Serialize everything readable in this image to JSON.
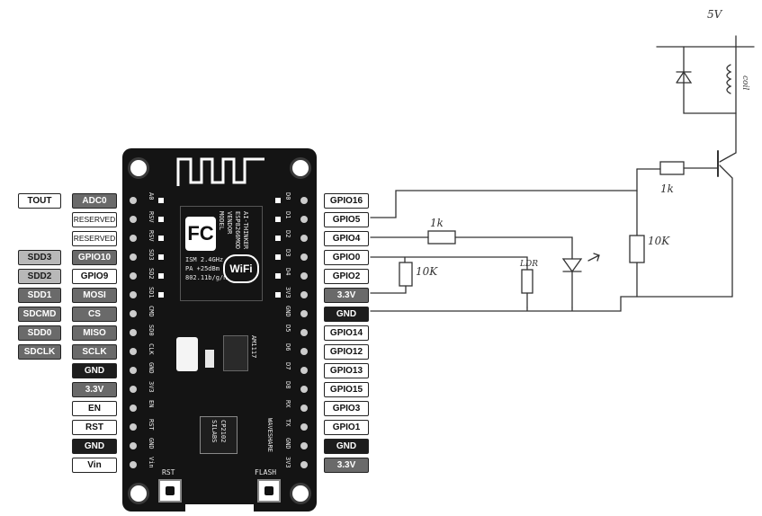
{
  "left_pins": [
    {
      "outer": "TOUT",
      "inner": "ADC0"
    },
    {
      "outer": "",
      "inner": "RESERVED"
    },
    {
      "outer": "",
      "inner": "RESERVED"
    },
    {
      "outer": "SDD3",
      "inner": "GPIO10"
    },
    {
      "outer": "SDD2",
      "inner": "GPIO9"
    },
    {
      "outer": "SDD1",
      "inner": "MOSI"
    },
    {
      "outer": "SDCMD",
      "inner": "CS"
    },
    {
      "outer": "SDD0",
      "inner": "MISO"
    },
    {
      "outer": "SDCLK",
      "inner": "SCLK"
    },
    {
      "outer": "",
      "inner": "GND"
    },
    {
      "outer": "",
      "inner": "3.3V"
    },
    {
      "outer": "",
      "inner": "EN"
    },
    {
      "outer": "",
      "inner": "RST"
    },
    {
      "outer": "",
      "inner": "GND"
    },
    {
      "outer": "",
      "inner": "Vin"
    }
  ],
  "right_pins": [
    "GPIO16",
    "GPIO5",
    "GPIO4",
    "GPIO0",
    "GPIO2",
    "3.3V",
    "GND",
    "GPIO14",
    "GPIO12",
    "GPIO13",
    "GPIO15",
    "GPIO3",
    "GPIO1",
    "GND",
    "3.3V"
  ],
  "board_silk_left": [
    "A0",
    "RSV",
    "RSV",
    "SD3",
    "SD2",
    "SD1",
    "CMD",
    "SD0",
    "CLK",
    "GND",
    "3V3",
    "EN",
    "RST",
    "GND",
    "Vin"
  ],
  "board_silk_right": [
    "D0",
    "D1",
    "D2",
    "D3",
    "D4",
    "3V3",
    "GND",
    "D5",
    "D6",
    "D7",
    "D8",
    "RX",
    "TX",
    "GND",
    "3V3"
  ],
  "module": {
    "fc_label": "FC",
    "model_text": "MODEL",
    "vendor_text": "VENDOR",
    "model_value": "ESP8266MOD",
    "vendor_value": "AI-THINKER",
    "ism_text": "ISM 2.4GHz",
    "pa_text": "PA +25dBm",
    "proto_text": "802.11b/g/n",
    "wifi_text": "WiFi"
  },
  "chips": {
    "regulator": "AM1117",
    "usb_chip_line1": "SILABS",
    "usb_chip_line2": "CP2102",
    "brand": "WAVESHARE"
  },
  "buttons": {
    "rst": "RST",
    "flash": "FLASH"
  },
  "circuit_labels": {
    "supply": "5V",
    "r_transistor": "1k",
    "r_gpio4": "1k",
    "r_pulldown": "10K",
    "r_gpio0": "10K",
    "ldr": "LDR",
    "coil": "coil"
  }
}
